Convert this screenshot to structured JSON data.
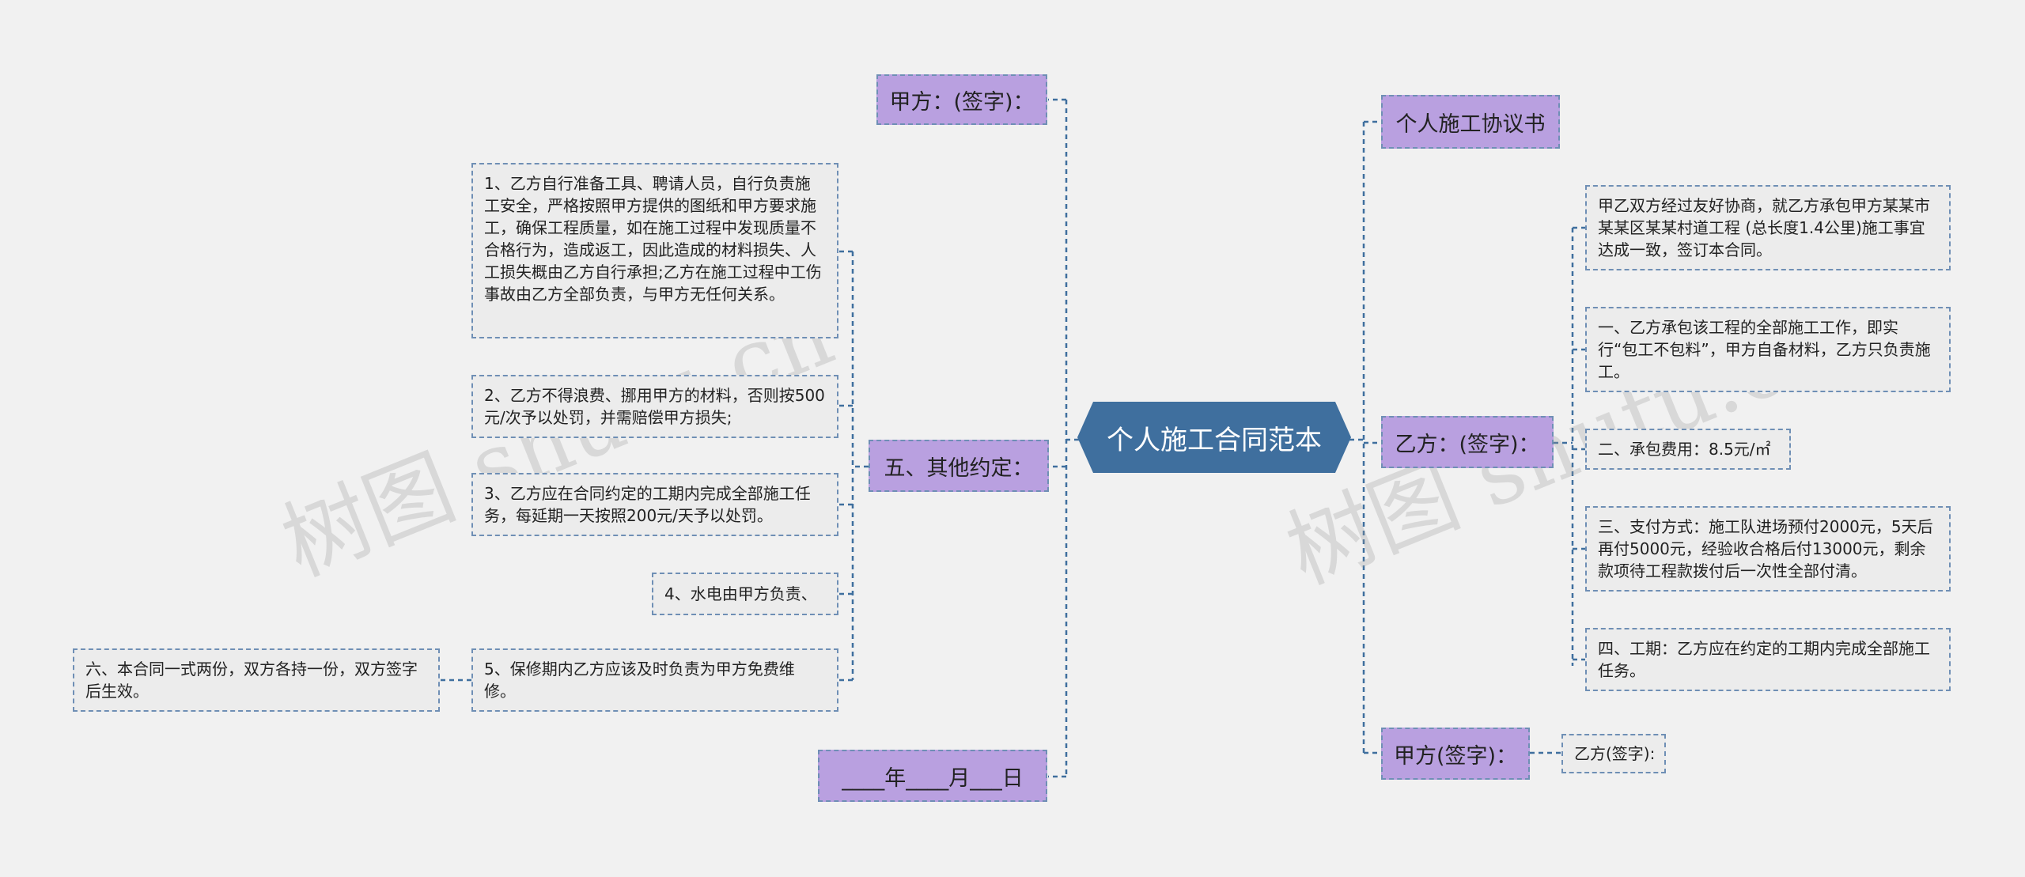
{
  "root": {
    "label": "个人施工合同范本"
  },
  "left": {
    "signature_a": "甲方：(签字)：",
    "other_terms": {
      "label": "五、其他约定：",
      "items": [
        "1、乙方自行准备工具、聘请人员，自行负责施工安全，严格按照甲方提供的图纸和甲方要求施工，确保工程质量，如在施工过程中发现质量不合格行为，造成返工，因此造成的材料损失、人工损失概由乙方自行承担;乙方在施工过程中工伤事故由乙方全部负责，与甲方无任何关系。",
        "2、乙方不得浪费、挪用甲方的材料，否则按500元/次予以处罚，并需赔偿甲方损失;",
        "3、乙方应在合同约定的工期内完成全部施工任务，每延期一天按照200元/天予以处罚。",
        "4、水电由甲方负责、",
        "5、保修期内乙方应该及时负责为甲方免费维修。"
      ],
      "sub_item": "六、本合同一式两份，双方各持一份，双方签字后生效。"
    },
    "date": "____年____月___日"
  },
  "right": {
    "title": "个人施工协议书",
    "signature_b": {
      "label": "乙方：(签字)：",
      "items": [
        "甲乙双方经过友好协商，就乙方承包甲方某某市某某区某某村道工程 (总长度1.4公里)施工事宜达成一致，签订本合同。",
        "一、乙方承包该工程的全部施工工作，即实行“包工不包料”，甲方自备材料，乙方只负责施工。",
        "二、承包费用：8.5元/㎡",
        "三、支付方式：施工队进场预付2000元，5天后再付5000元，经验收合格后付13000元，剩余款项待工程款拨付后一次性全部付清。",
        "四、工期：乙方应在约定的工期内完成全部施工任务。"
      ]
    },
    "signature_a2": {
      "label": "甲方(签字)：",
      "item": "乙方(签字):"
    }
  },
  "watermark": "树图 shutu.cn",
  "colors": {
    "root_fill": "#3f6f9e",
    "branch_fill": "#b9a0e0",
    "leaf_fill": "#ececec",
    "line": "#3f6f9e",
    "border": "#6f8fb5",
    "background": "#f1f1f1"
  }
}
